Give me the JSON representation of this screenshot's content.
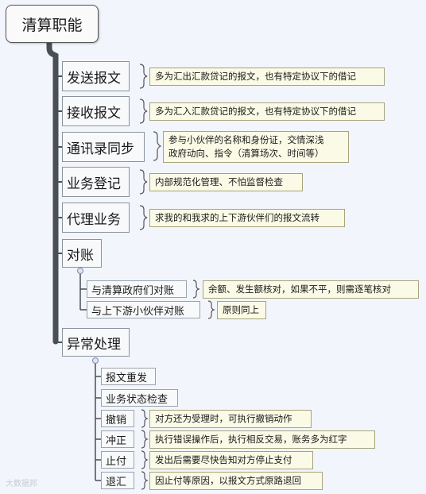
{
  "root": "清算职能",
  "l1": [
    {
      "label": "发送报文",
      "note": "多为汇出汇款贷记的报文，也有特定协议下的借记"
    },
    {
      "label": "接收报文",
      "note": "多为汇入汇款贷记的报文，也有特定协议下的借记"
    },
    {
      "label": "通讯录同步",
      "note": [
        "参与小伙伴的名称和身份证，交情深浅",
        "政府动向、指令（清算场次、时间等）"
      ]
    },
    {
      "label": "业务登记",
      "note": "内部规范化管理、不怕监督检查"
    },
    {
      "label": "代理业务",
      "note": "求我的和我求的上下游伙伴们的报文流转"
    },
    {
      "label": "对账"
    },
    {
      "label": "异常处理"
    }
  ],
  "reconcile": [
    {
      "label": "与清算政府们对账",
      "note": "余额、发生额核对，如果不平，则需逐笔核对"
    },
    {
      "label": "与上下游小伙伴对账",
      "note": "原则同上"
    }
  ],
  "exceptions": [
    {
      "label": "报文重发"
    },
    {
      "label": "业务状态检查"
    },
    {
      "label": "撤销",
      "note": "对方还为受理时，可执行撤销动作"
    },
    {
      "label": "冲正",
      "note": "执行错误操作后，执行相反交易，账务多为红字"
    },
    {
      "label": "止付",
      "note": "发出后需要尽快告知对方停止支付"
    },
    {
      "label": "退汇",
      "note": "因止付等原因，以报文方式原路退回"
    }
  ],
  "watermark": "大数据邦"
}
